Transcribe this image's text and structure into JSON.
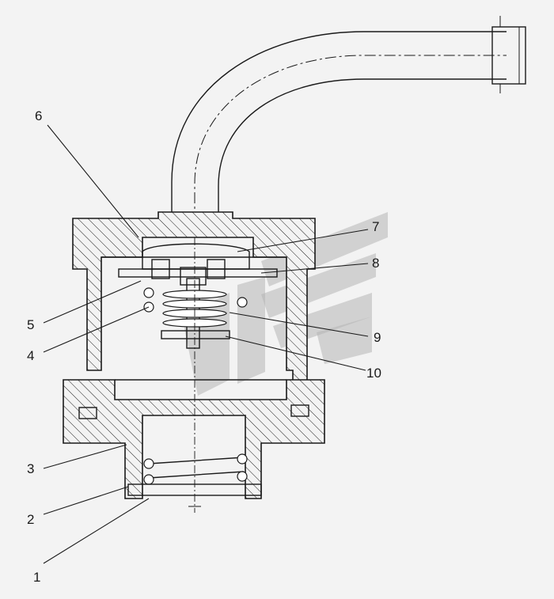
{
  "diagram": {
    "callouts": [
      {
        "id": "1",
        "label": "1"
      },
      {
        "id": "2",
        "label": "2"
      },
      {
        "id": "3",
        "label": "3"
      },
      {
        "id": "4",
        "label": "4"
      },
      {
        "id": "5",
        "label": "5"
      },
      {
        "id": "6",
        "label": "6"
      },
      {
        "id": "7",
        "label": "7"
      },
      {
        "id": "8",
        "label": "8"
      },
      {
        "id": "9",
        "label": "9"
      },
      {
        "id": "10",
        "label": "10"
      }
    ],
    "colors": {
      "line": "#1a1a1a",
      "background": "#f3f3f3",
      "watermark": "#b5b5b5"
    }
  }
}
